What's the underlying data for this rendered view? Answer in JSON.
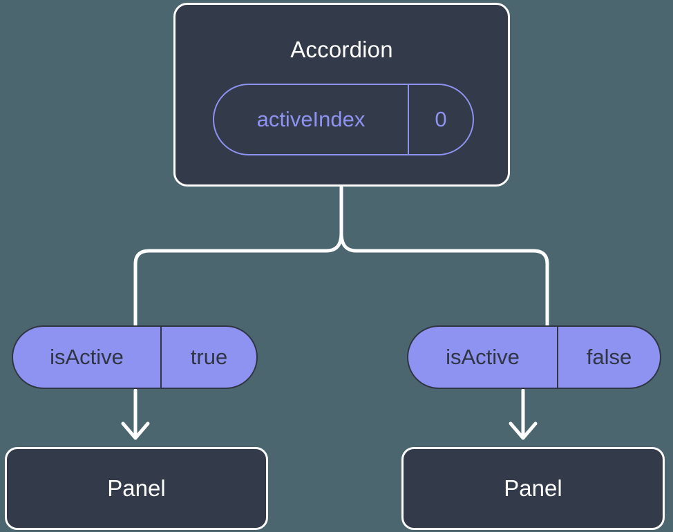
{
  "diagram": {
    "type": "component-state-tree",
    "background_color": "#4b666f",
    "node_fill": "#333a49",
    "node_border": "#ffffff",
    "accent_purple": "#8e92f0",
    "dark_text": "#2f3542"
  },
  "root": {
    "title": "Accordion",
    "prop": {
      "key": "activeIndex",
      "value": "0"
    }
  },
  "branches": [
    {
      "prop": {
        "key": "isActive",
        "value": "true"
      },
      "child": {
        "title": "Panel"
      }
    },
    {
      "prop": {
        "key": "isActive",
        "value": "false"
      },
      "child": {
        "title": "Panel"
      }
    }
  ]
}
